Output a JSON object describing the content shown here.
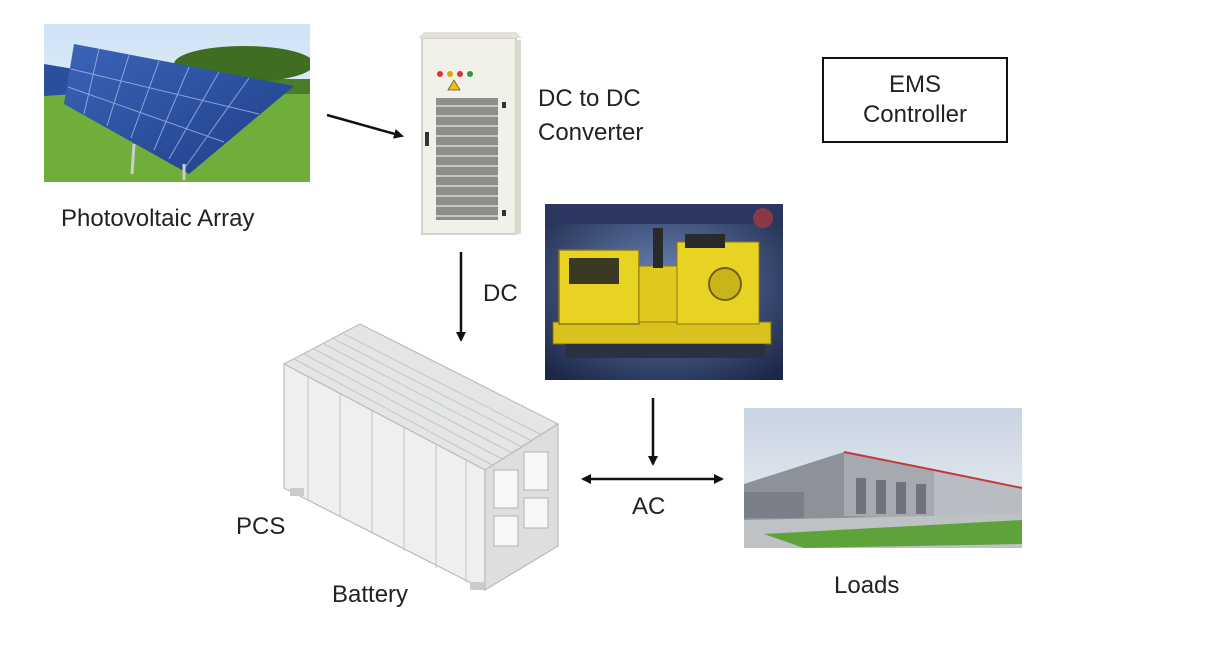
{
  "nodes": {
    "pv_array": "Photovoltaic Array",
    "dc_dc_converter_line1": "DC to DC",
    "dc_dc_converter_line2": "Converter",
    "ems_line1": "EMS",
    "ems_line2": "Controller",
    "pcs": "PCS",
    "battery": "Battery",
    "loads": "Loads"
  },
  "edges": {
    "dc": "DC",
    "ac": "AC"
  },
  "icons": {
    "pv": "solar-panel-icon",
    "converter": "converter-cabinet-icon",
    "generator": "diesel-generator-icon",
    "battery": "battery-container-icon",
    "loads": "factory-building-icon"
  },
  "colors": {
    "arrow": "#111111",
    "panel_blue": "#2a4f9c",
    "grass": "#6fae3a",
    "generator_yellow": "#e8d323",
    "container": "#e9ebea"
  }
}
